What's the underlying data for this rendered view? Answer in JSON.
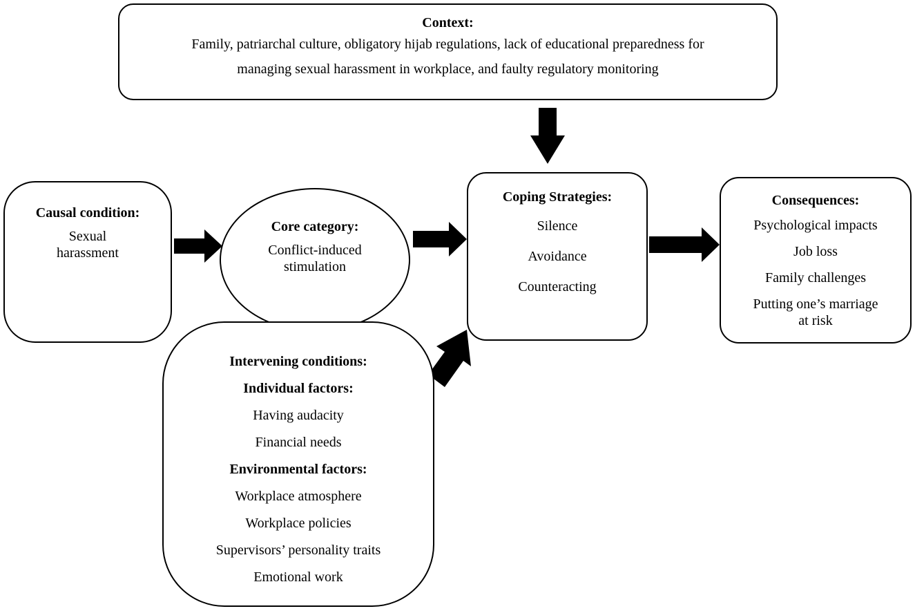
{
  "context": {
    "heading": "Context:",
    "line1": "Family, patriarchal culture, obligatory hijab regulations, lack of educational preparedness for",
    "line2": "managing sexual harassment in workplace, and faulty regulatory monitoring"
  },
  "causal": {
    "heading": "Causal condition:",
    "line1": "Sexual",
    "line2": "harassment"
  },
  "core": {
    "heading": "Core category:",
    "line1": "Conflict-induced",
    "line2": "stimulation"
  },
  "coping": {
    "heading": "Coping Strategies:",
    "items": [
      "Silence",
      "Avoidance",
      "Counteracting"
    ]
  },
  "consequences": {
    "heading": "Consequences:",
    "items": [
      "Psychological impacts",
      "Job loss",
      "Family challenges",
      "Putting one’s marriage",
      "at risk"
    ]
  },
  "intervening": {
    "heading": "Intervening conditions:",
    "individual_heading": "Individual factors:",
    "individual_items": [
      "Having audacity",
      "Financial needs"
    ],
    "environmental_heading": "Environmental factors:",
    "environmental_items": [
      "Workplace atmosphere",
      "Workplace policies",
      "Supervisors’ personality traits",
      "Emotional work"
    ]
  },
  "colors": {
    "stroke": "#000000",
    "fill": "#ffffff",
    "arrow": "#000000"
  }
}
